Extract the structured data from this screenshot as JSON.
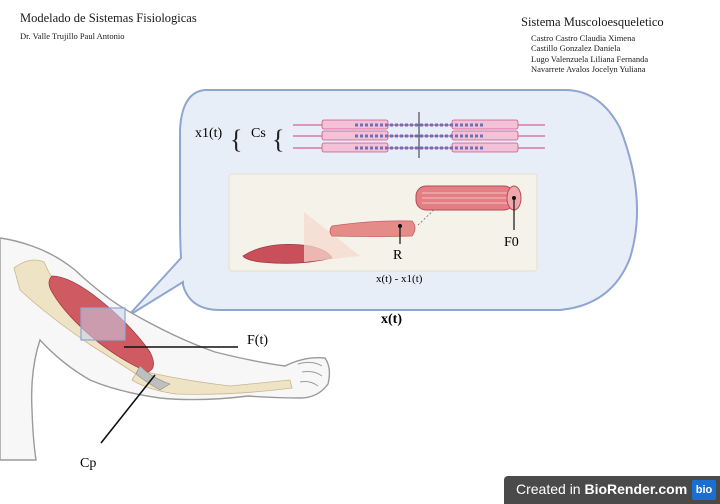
{
  "header": {
    "title": "Modelado de Sistemas Fisiologicas",
    "author": "Dr. Valle Trujillo Paul Antonio"
  },
  "team": {
    "title": "Sistema Muscoloesqueletico",
    "members": [
      "Castro Castro Claudia  Ximena",
      "Castillo Gonzalez Daniela",
      "Lugo Valenzuela Liliana Fernanda",
      "Navarrete Avalos Jocelyn Yuliana"
    ]
  },
  "labels": {
    "x1": "x1(t)",
    "cs": "Cs",
    "r": "R",
    "f0": "F0",
    "diff": "x(t) - x1(t)",
    "xt": "x(t)",
    "ft": "F(t)",
    "cp": "Cp"
  },
  "footer": {
    "created_in": "Created in ",
    "brand": "BioRender.com",
    "logo": "bio"
  },
  "colors": {
    "bubble_fill": "#e8eef8",
    "bubble_stroke": "#8fa6d0",
    "muscle": "#d9585f",
    "skin_outline": "#9a9a9a",
    "badge_bg": "#4a4a4a",
    "brand_blue": "#1b6fd1"
  }
}
